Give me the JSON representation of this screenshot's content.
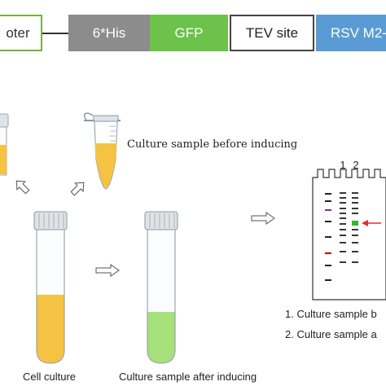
{
  "construct": {
    "promoter": "oter",
    "his_tag": "6*His",
    "gfp": "GFP",
    "tev_site": "TEV site",
    "rsv": "RSV M2-"
  },
  "labels": {
    "before_inducing": "Culture sample before inducing",
    "cell_culture": "Cell culture",
    "after_inducing": "Culture sample after inducing",
    "legend_1": "1. Culture sample b",
    "legend_2": "2. Culture sample a",
    "lane_1": "1",
    "lane_2": "2"
  },
  "colors": {
    "promoter_border": "#76b041",
    "his_fill": "#8c8c8c",
    "gfp_fill": "#6cc24a",
    "tev_border": "#444444",
    "rsv_fill": "#5b9bd5",
    "culture_yellow": "#f5c242",
    "culture_green": "#a6e07a",
    "band_purple": "#7030a0",
    "band_red": "#c00000",
    "band_green": "#2eb82e",
    "arrow_red": "#e03030"
  }
}
